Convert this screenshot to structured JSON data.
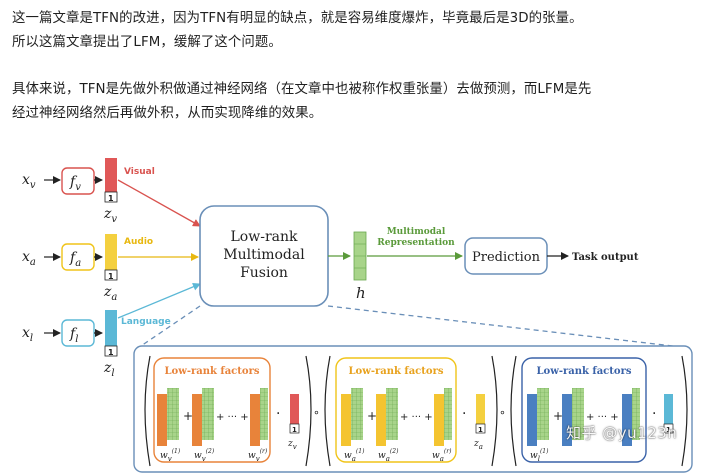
{
  "paragraphs": [
    {
      "lines": [
        "这一篇文章是TFN的改进，因为TFN有明显的缺点，就是容易维度爆炸，毕竟最后是3D的张量。",
        "所以这篇文章提出了LFM，缓解了这个问题。"
      ]
    },
    {
      "lines": [
        "具体来说，TFN是先做外积做通过神经网络（在文章中也被称作权重张量）去做预测，而LFM是先",
        "经过神经网络然后再做外积，从而实现降维的效果。"
      ]
    }
  ],
  "figure": {
    "inputs": [
      {
        "x": "x",
        "sub": "v",
        "f_sub": "v",
        "z_sub": "v",
        "modality": "Visual",
        "color": "#d9534f"
      },
      {
        "x": "x",
        "sub": "a",
        "f_sub": "a",
        "z_sub": "a",
        "modality": "Audio",
        "color": "#f0c419"
      },
      {
        "x": "x",
        "sub": "l",
        "f_sub": "l",
        "z_sub": "l",
        "modality": "Language",
        "color": "#5bb8d6"
      }
    ],
    "one_label": "1",
    "fusion_lines": [
      "Low-rank",
      "Multimodal",
      "Fusion"
    ],
    "repr_label_lines": [
      "Multimodal",
      "Representation"
    ],
    "h_label": "h",
    "prediction_label": "Prediction",
    "task_output_label": "Task output",
    "factor_groups": [
      {
        "title": "Low-rank factors",
        "title_color": "#e8833a",
        "sub": "v",
        "bar_color": "#e8833a",
        "z_sub": "v",
        "z_color": "#e05858"
      },
      {
        "title": "Low-rank factors",
        "title_color": "#e8a21e",
        "sub": "a",
        "bar_color": "#f4c430",
        "z_sub": "a",
        "z_color": "#f4d03f"
      },
      {
        "title": "Low-rank factors",
        "title_color": "#3a62a8",
        "sub": "l",
        "bar_color": "#4a7fc1",
        "z_sub": "l",
        "z_color": "#5bb8d6"
      }
    ],
    "w_sup_labels": [
      "(1)",
      "(2)",
      "(r)"
    ],
    "plus_sign": "+",
    "ellipsis_plus": "+ ··· +",
    "dot_sign": "·",
    "circle_op": "∘"
  },
  "watermark": "知乎 @yu123n",
  "colors": {
    "cube_green": "#8cc26a",
    "box_border": "#6a8fb8",
    "repr_green": "#5a9a3a"
  }
}
